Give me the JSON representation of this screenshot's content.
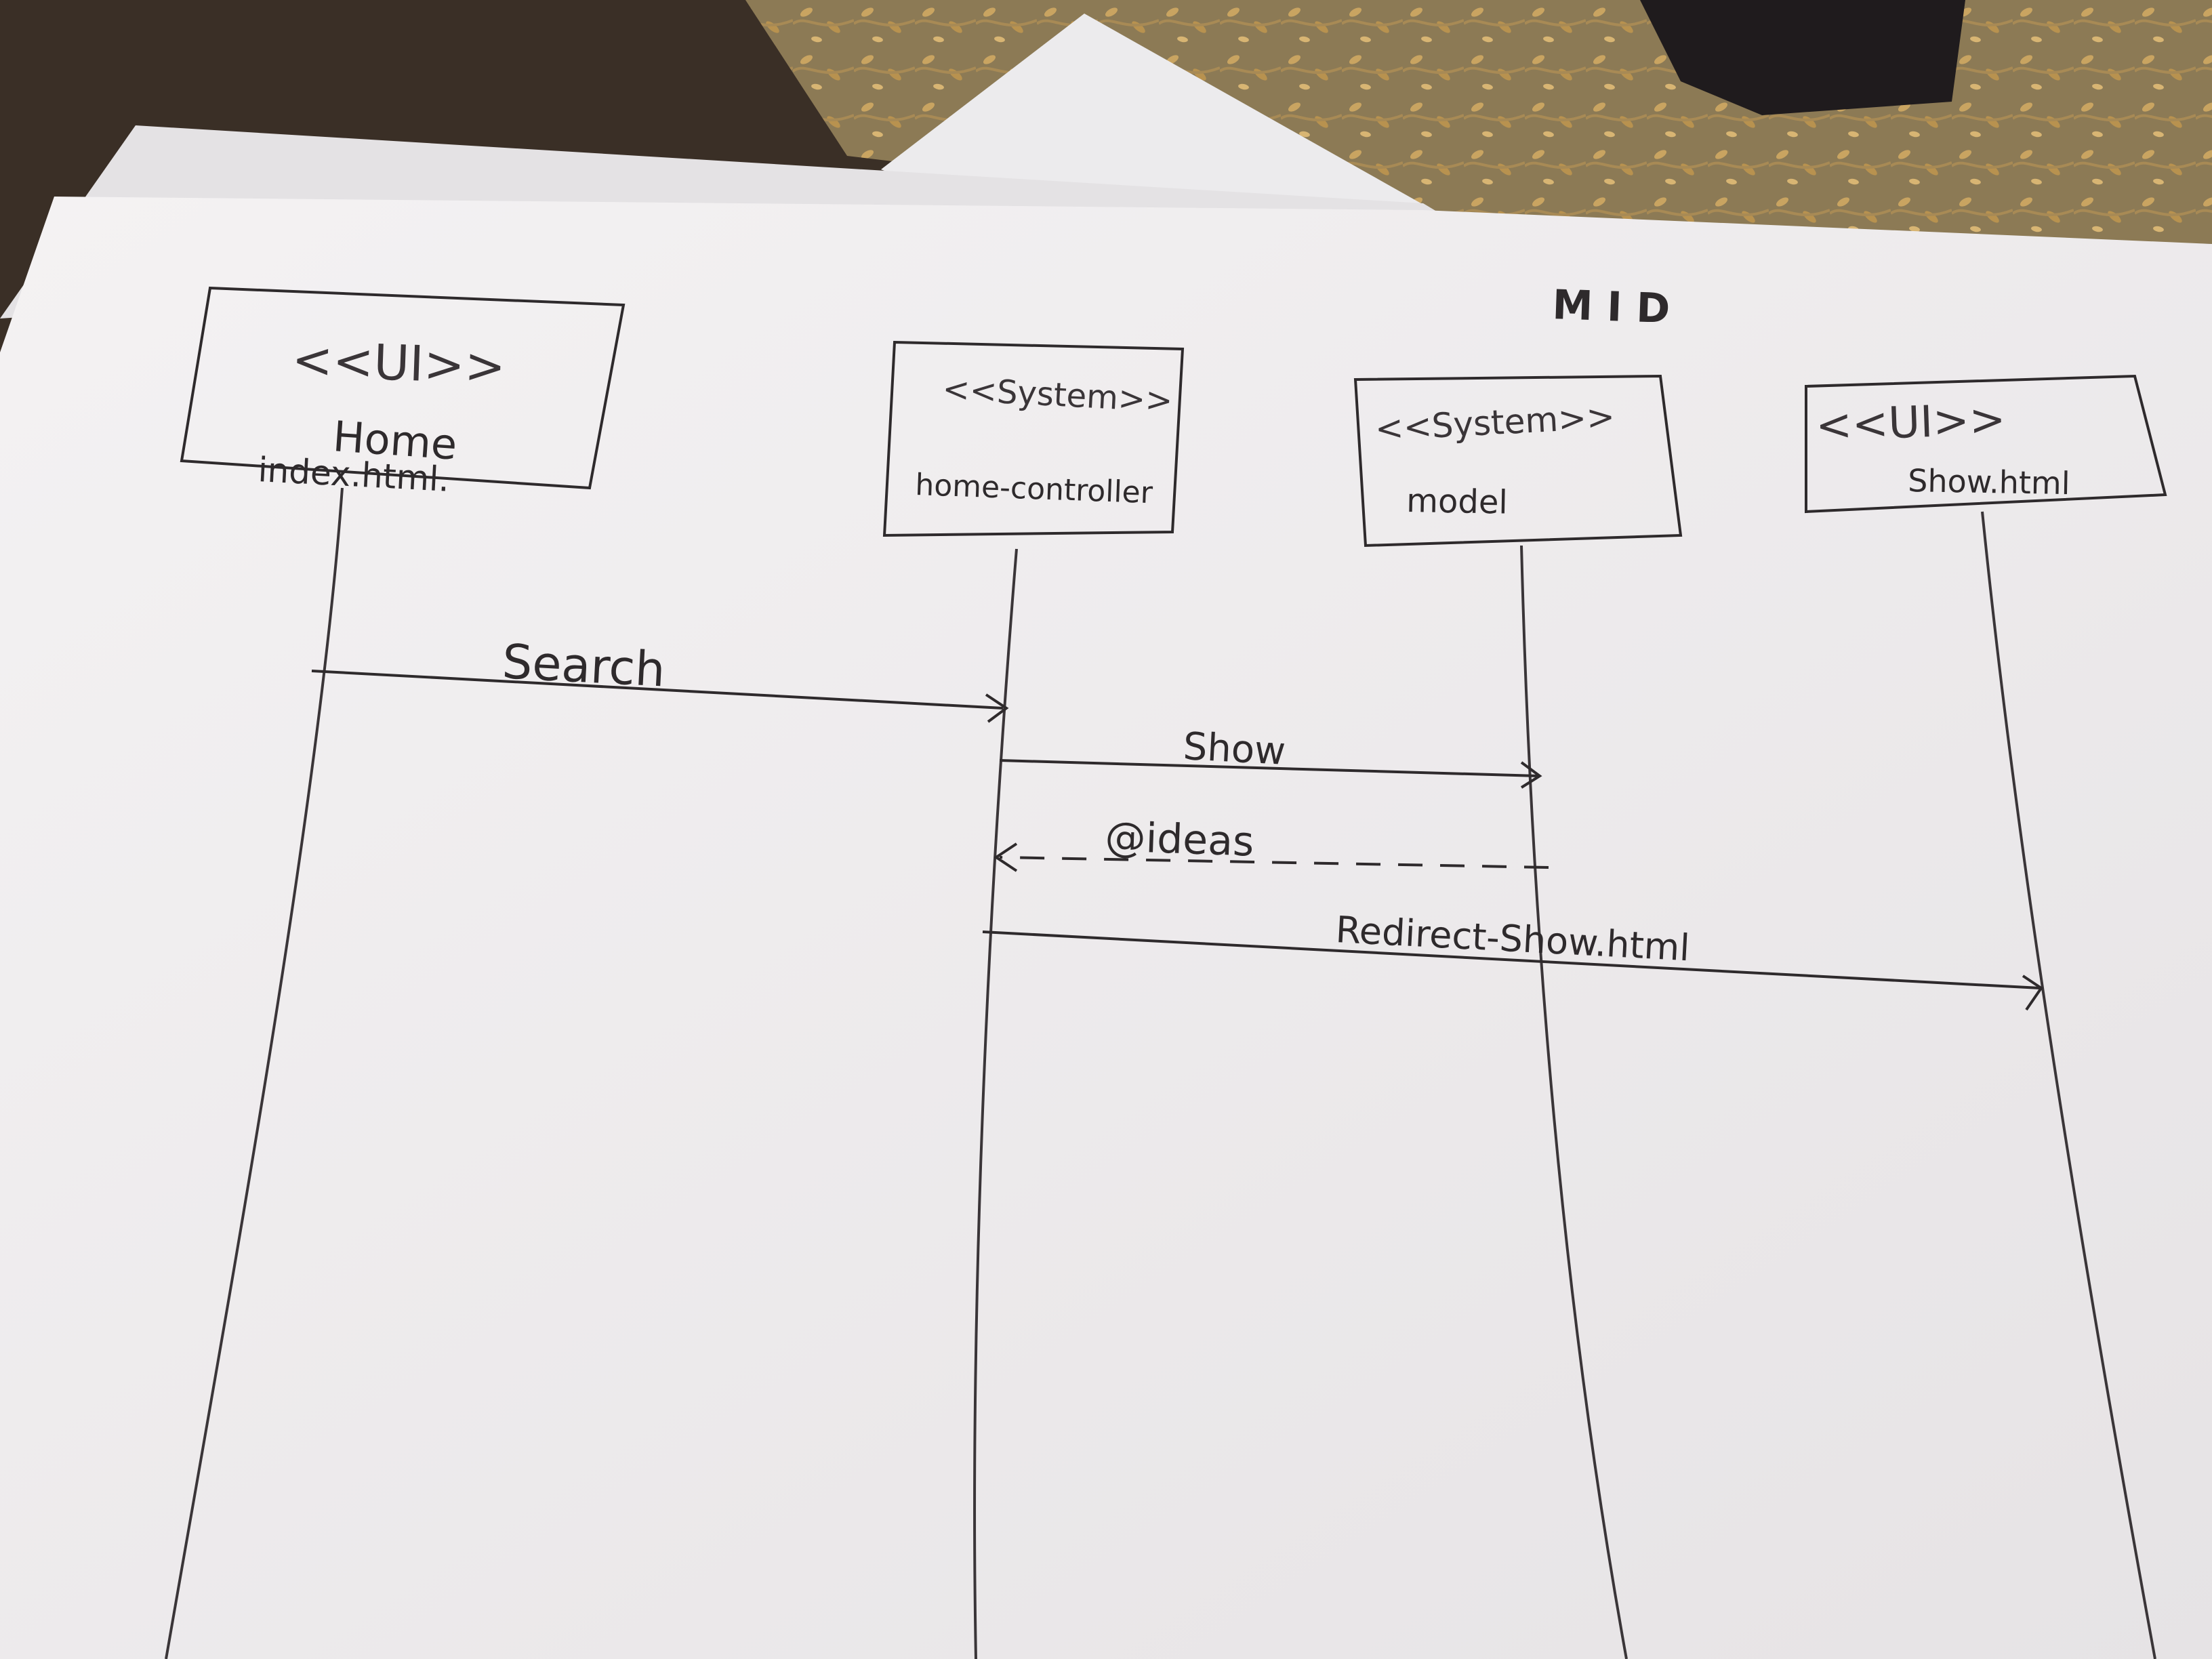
{
  "diagram": {
    "type": "sequence-diagram",
    "heading_fragment": "M I D",
    "participants": [
      {
        "id": "home",
        "stereotype": "<<UI>>",
        "name": "Home",
        "file": "index.html."
      },
      {
        "id": "controller",
        "stereotype": "<<System>>",
        "name": "home-controller"
      },
      {
        "id": "model",
        "stereotype": "<<System>>",
        "name": "model"
      },
      {
        "id": "show",
        "stereotype": "<<UI>>",
        "name": "Show.html"
      }
    ],
    "messages": [
      {
        "label": "Search",
        "from": "home",
        "to": "controller",
        "style": "solid"
      },
      {
        "label": "Show",
        "from": "controller",
        "to": "model",
        "style": "solid"
      },
      {
        "label": "@ideas",
        "from": "model",
        "to": "controller",
        "style": "dashed"
      },
      {
        "label": "Redirect-Show.html",
        "from": "controller",
        "to": "show",
        "style": "solid"
      }
    ]
  },
  "colors": {
    "paper": "#f1efef",
    "ink": "#2e2a2c",
    "fabric": "#8c7a55",
    "background": "#3a2f26"
  }
}
